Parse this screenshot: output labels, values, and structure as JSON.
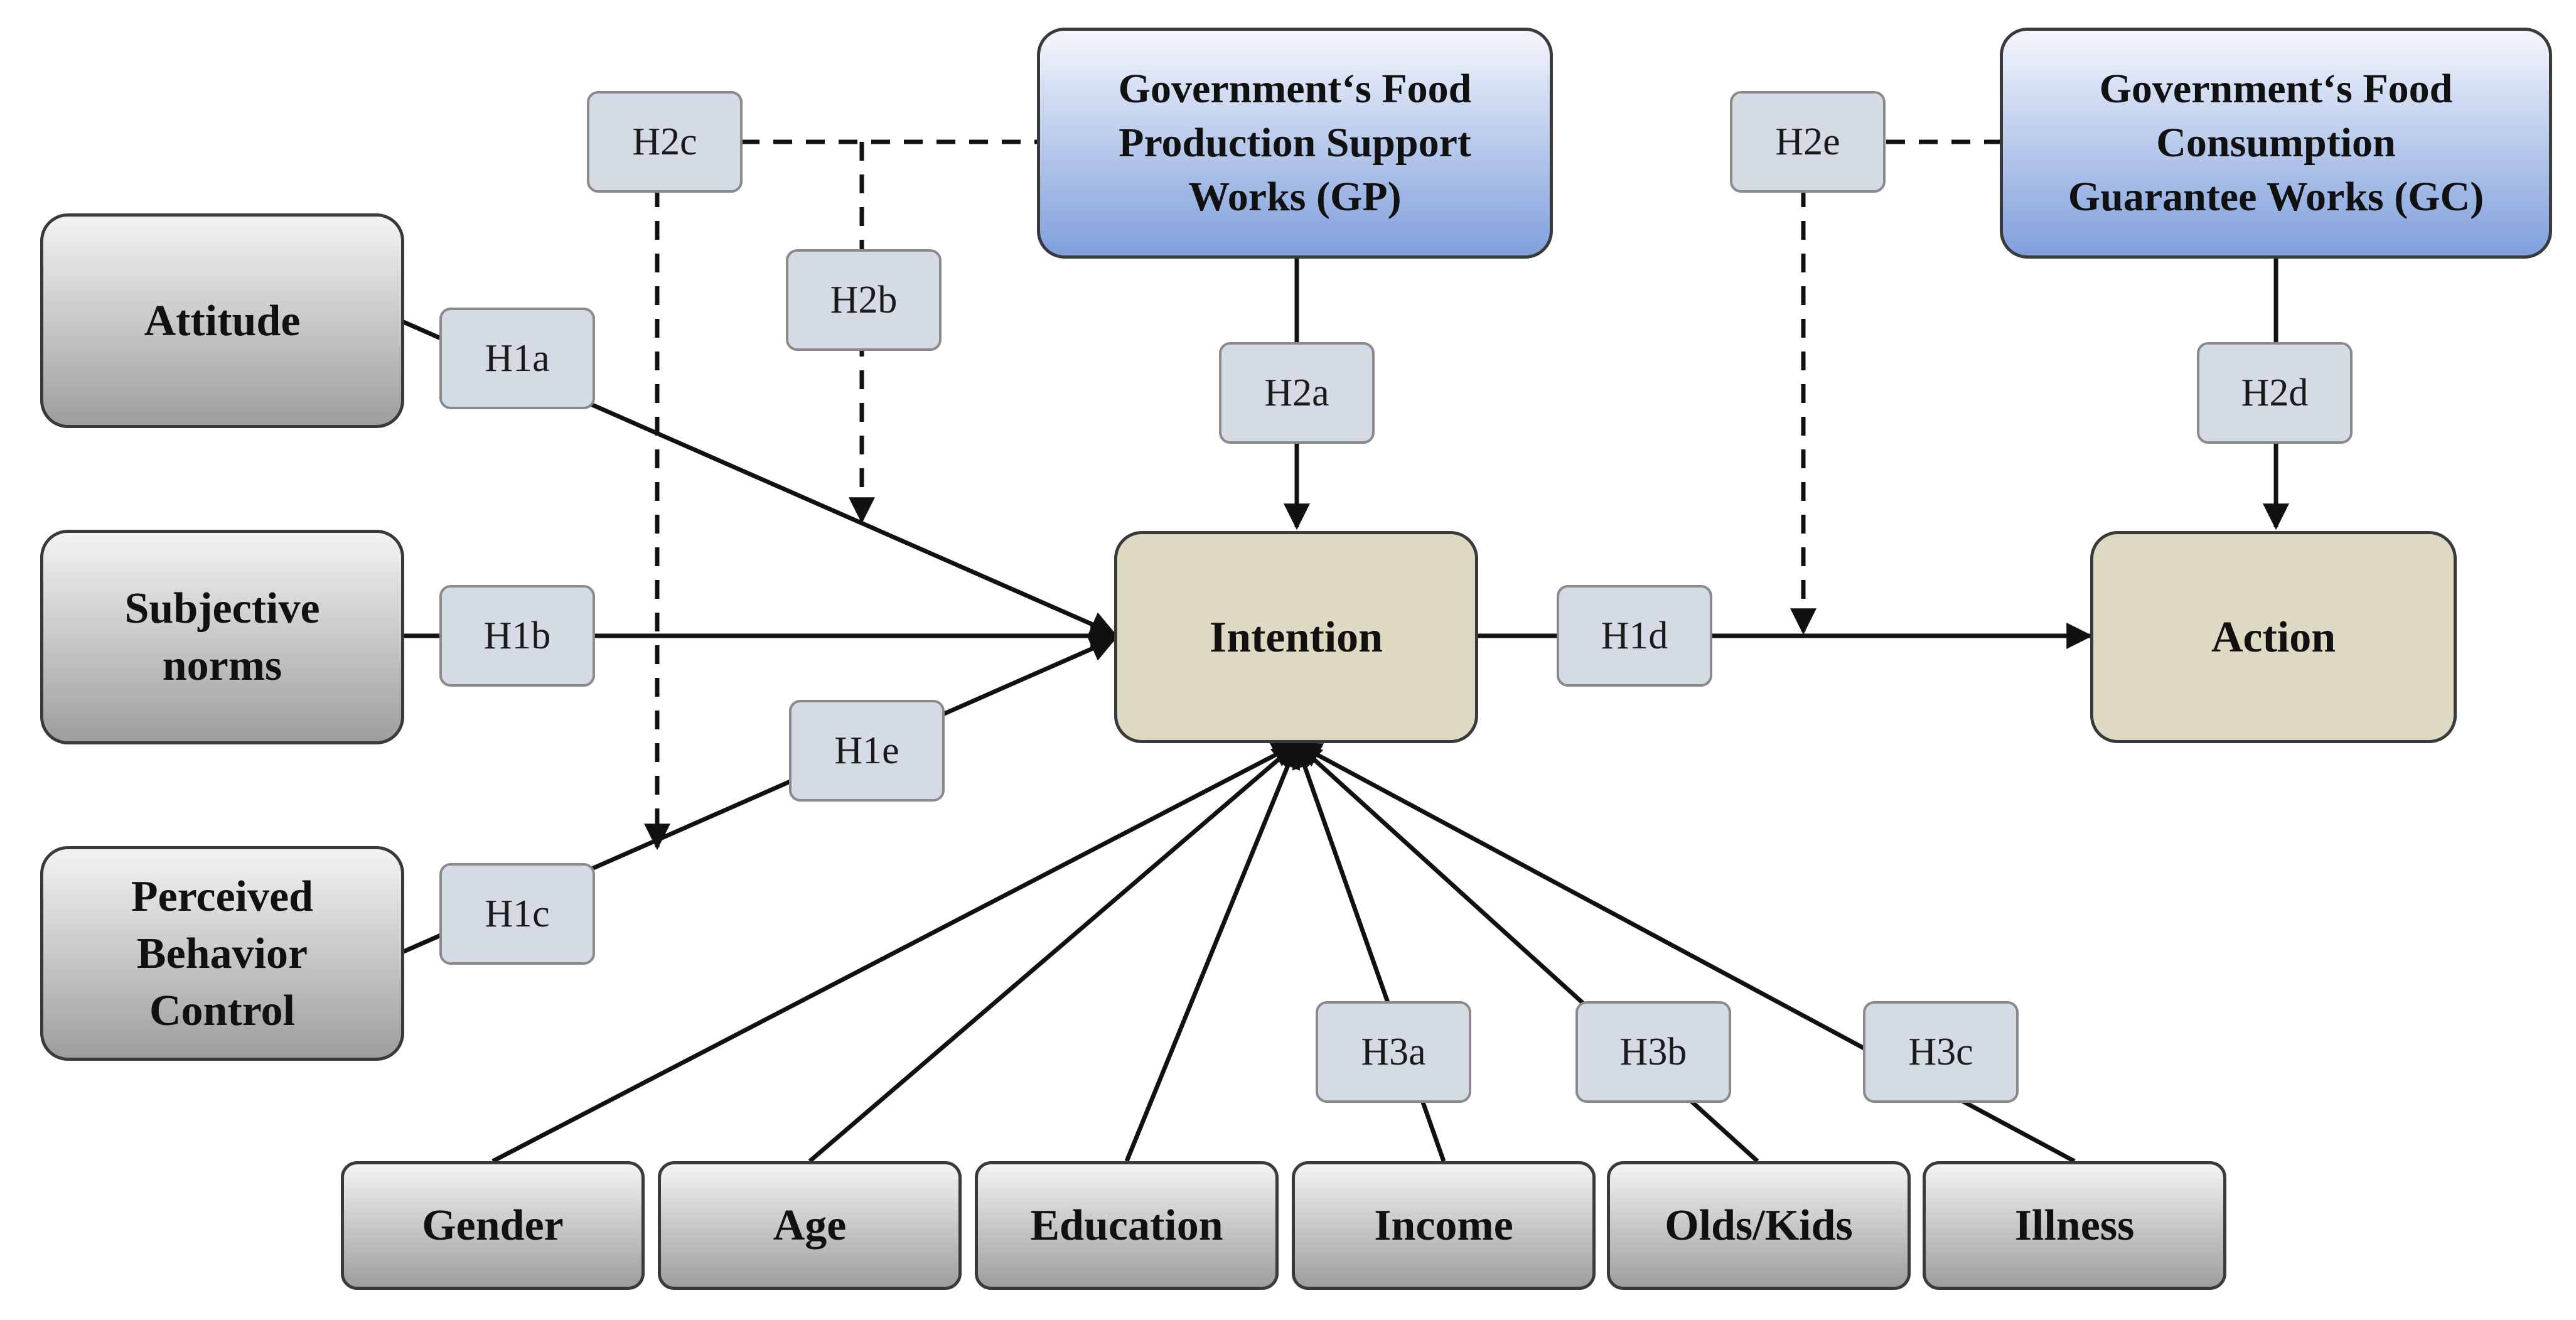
{
  "nodes": {
    "attitude": "Attitude",
    "subjective_norms": "Subjective\nnorms",
    "pbc": "Perceived\nBehavior\nControl",
    "gp": "Government‘s Food\nProduction Support\nWorks (GP)",
    "gc": "Government‘s Food\nConsumption\nGuarantee Works (GC)",
    "intention": "Intention",
    "action": "Action",
    "gender": "Gender",
    "age": "Age",
    "education": "Education",
    "income": "Income",
    "olds_kids": "Olds/Kids",
    "illness": "Illness"
  },
  "hypotheses": {
    "h1a": "H1a",
    "h1b": "H1b",
    "h1c": "H1c",
    "h1d": "H1d",
    "h1e": "H1e",
    "h2a": "H2a",
    "h2b": "H2b",
    "h2c": "H2c",
    "h2d": "H2d",
    "h2e": "H2e",
    "h3a": "H3a",
    "h3b": "H3b",
    "h3c": "H3c"
  },
  "colors": {
    "line": "#111111",
    "exogenous_fill": "#b8b8b8",
    "government_fill": "#9db3e3",
    "outcome_fill": "#ded9c3",
    "label_fill": "#d5dbe5"
  }
}
